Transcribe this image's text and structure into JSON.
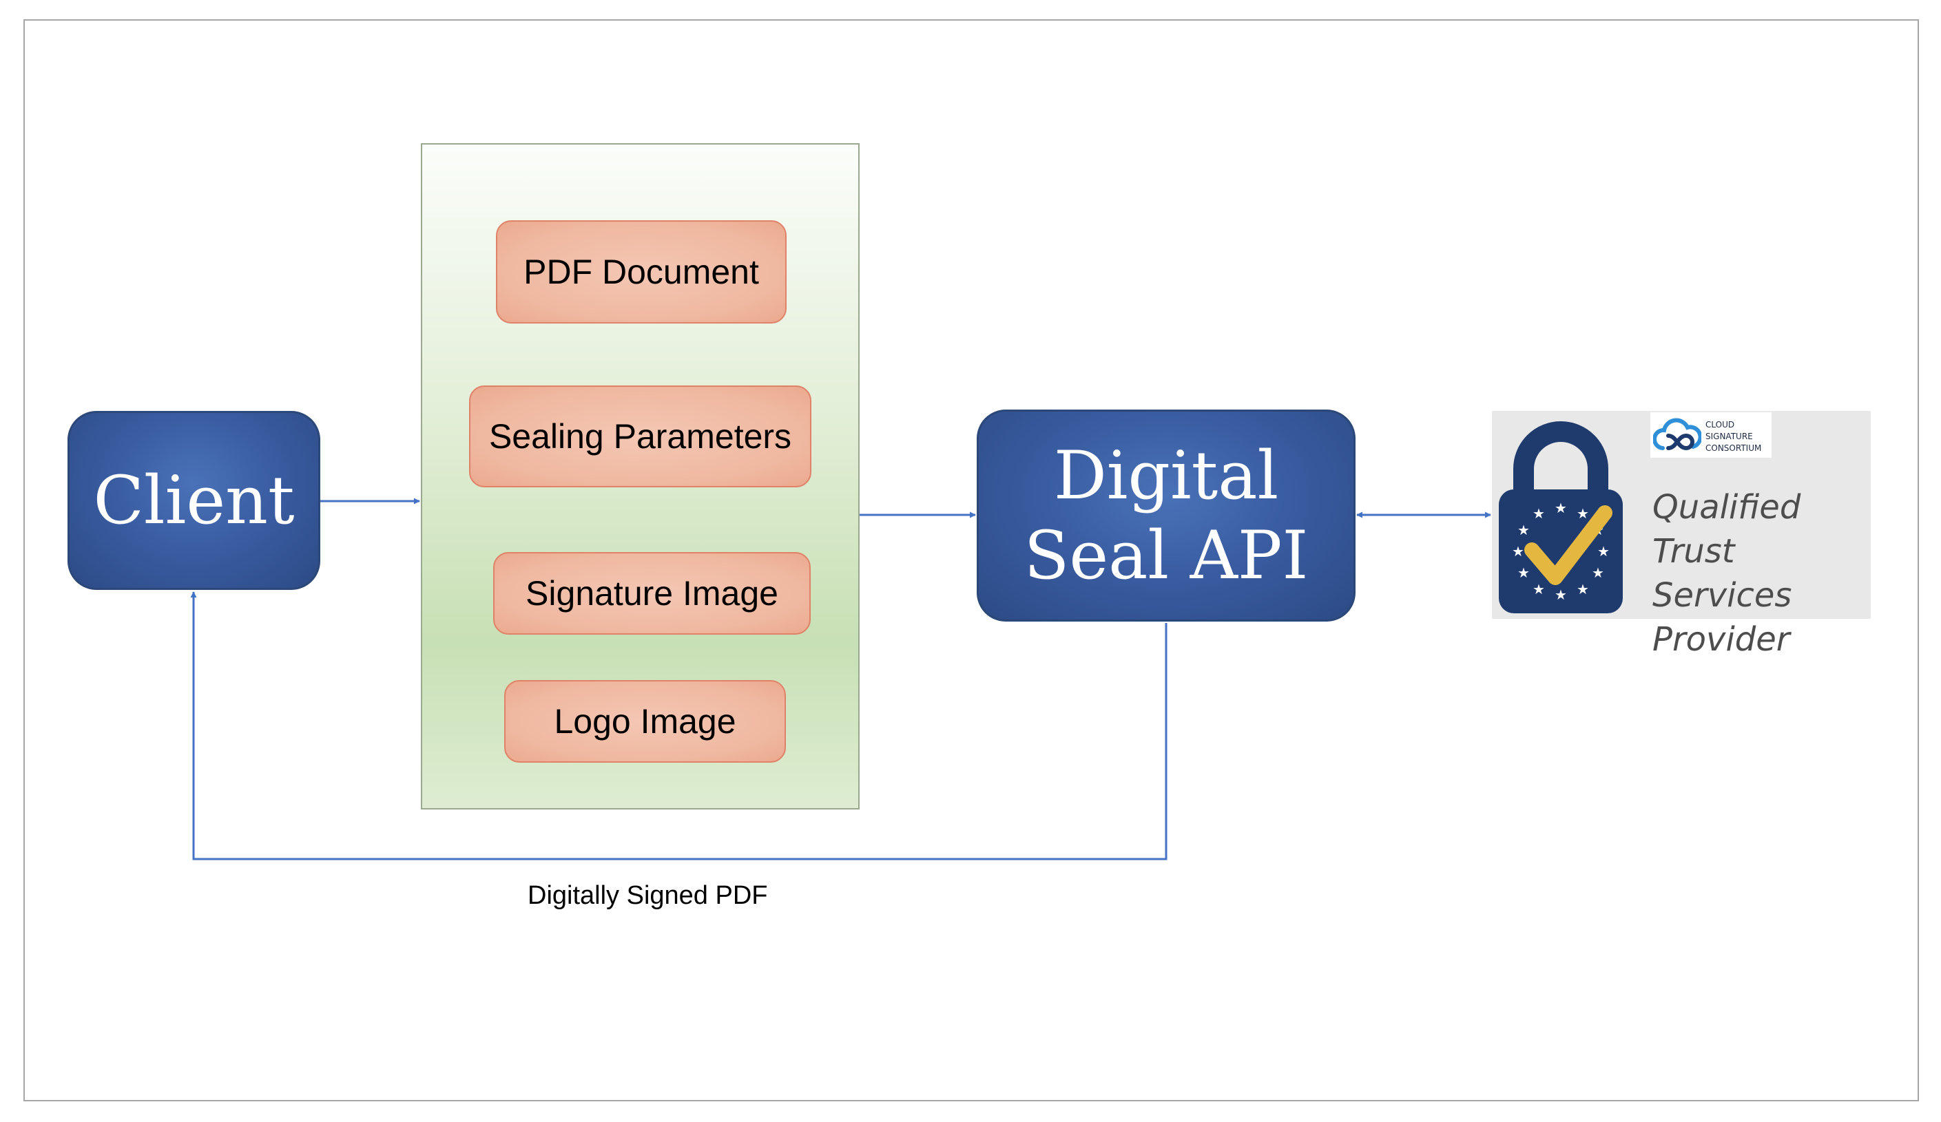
{
  "nodes": {
    "client": "Client",
    "digital_seal_api": "Digital\nSeal API"
  },
  "payload_items": [
    {
      "label": "PDF Document"
    },
    {
      "label": "Sealing Parameters"
    },
    {
      "label": "Signature Image"
    },
    {
      "label": "Logo Image"
    }
  ],
  "return_label": "Digitally Signed PDF",
  "trust_provider": {
    "text": "Qualified\nTrust Services\nProvider",
    "consortium": "CLOUD\nSIGNATURE\nCONSORTIUM",
    "lock_icon": "padlock-check-icon",
    "consortium_icon": "cloud-logo-icon"
  },
  "colors": {
    "node_blue": "#3a5da2",
    "item_salmon": "#efb79f",
    "panel_green": "#c8e0b5",
    "arrow_blue": "#4472c4",
    "lock_navy": "#1f3b6e",
    "check_gold": "#e3b740"
  }
}
